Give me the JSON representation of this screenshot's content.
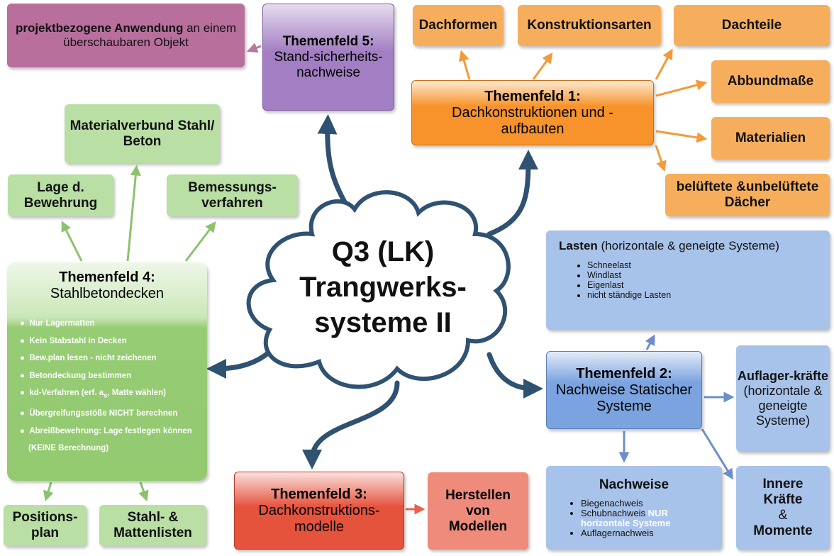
{
  "center": {
    "line1": "Q3 (LK)",
    "line2": "Trangwerks-",
    "line3": "systeme II"
  },
  "project": {
    "bold": "projektbezogene Anwendung",
    "rest": " an einem überschaubaren Objekt"
  },
  "tf5": {
    "title": "Themenfeld 5:",
    "sub": "Stand-sicherheits-nachweise"
  },
  "tf1": {
    "title": "Themenfeld 1:",
    "sub": "Dachkonstruktionen und -aufbauten",
    "children": [
      "Dachformen",
      "Konstruktionsarten",
      "Dachteile",
      "Abbundmaße",
      "Materialien",
      "belüftete &unbelüftete Dächer"
    ]
  },
  "tf4": {
    "title": "Themenfeld 4:",
    "sub": "Stahlbetondecken",
    "bullets": [
      "Nur Lagermatten",
      "Kein Stabstahl in Decken",
      "Bew.plan lesen - nicht zeichenen",
      "Betondeckung bestimmen",
      "kd-Verfahren (erf. a",
      "Übergreifungsstöße NICHT berechnen",
      "Abreißbewehrung: Lage festlegen können",
      "(KEINE Berechnung)"
    ],
    "kd_sub": "s",
    "kd_rest": ", Matte wählen)",
    "children": [
      "Materialverbund Stahl/ Beton",
      "Lage d. Bewehrung",
      "Bemessungs-verfahren",
      "Positions-plan",
      "Stahl- & Mattenlisten"
    ]
  },
  "tf3": {
    "title": "Themenfeld 3:",
    "sub": "Dachkonstruktions-modelle",
    "child": "Herstellen von Modellen"
  },
  "tf2": {
    "title": "Themenfeld 2:",
    "sub": "Nachweise Statischer Systeme"
  },
  "lasten": {
    "bold": "Lasten",
    "rest": " (horizontale & geneigte Systeme)",
    "items": [
      "Schneelast",
      "Windlast",
      "Eigenlast",
      "nicht ständige Lasten"
    ]
  },
  "auflager": {
    "bold": "Auflager-kräfte",
    "rest": "(horizontale & geneigte Systeme)"
  },
  "nachweise": {
    "title": "Nachweise",
    "items": [
      "Biegenachweis",
      "Schubnachweis ",
      "Auflagernachweis"
    ],
    "highlight": "NUR horizontale Systeme"
  },
  "innere": {
    "l1": "Innere Kräfte",
    "l2": "&",
    "l3": "Momente"
  },
  "colors": {
    "navy": "#2f5272",
    "orange": "#f6ae5c",
    "green": "#b9dfa4",
    "blue": "#a8c3ea"
  }
}
